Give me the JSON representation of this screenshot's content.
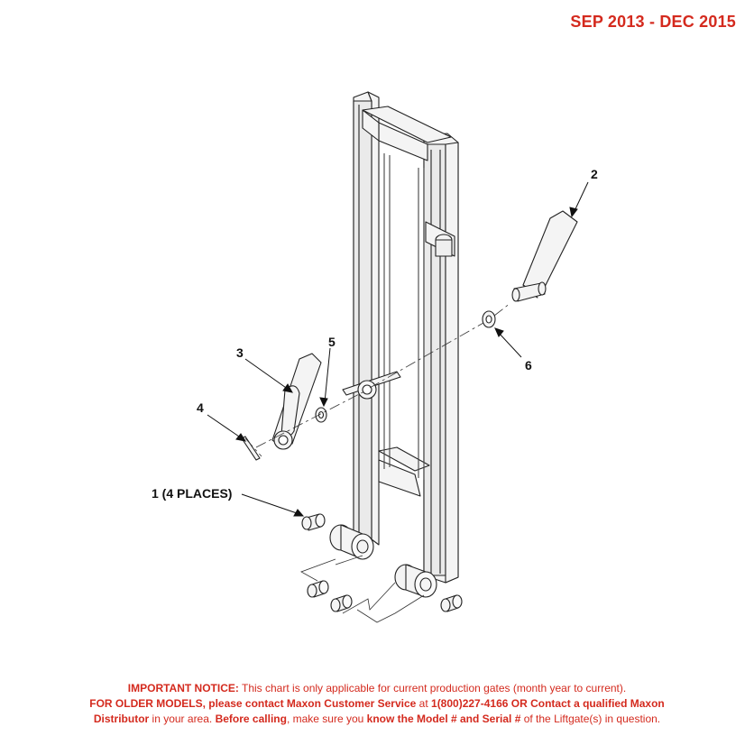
{
  "header": {
    "date_range": "SEP 2013 - DEC 2015"
  },
  "callouts": {
    "c1": "1 (4 PLACES)",
    "c2": "2",
    "c3": "3",
    "c4": "4",
    "c5": "5",
    "c6": "6"
  },
  "notice": {
    "l1_bold": "IMPORTANT NOTICE:",
    "l1_text": " This chart is only applicable for current production gates (month year to current).",
    "l2_bold": "FOR OLDER MODELS, please contact Maxon Customer Service",
    "l2_text": " at ",
    "l2_bold2": "1(800)227-4166 OR Contact a qualified Maxon",
    "l3_bold": "Distributor",
    "l3_text": " in your area. ",
    "l3_bold2": "Before calling",
    "l3_text2": ", make sure you ",
    "l3_bold3": "know the Model # and Serial #",
    "l3_text3": " of the Liftgate(s) in question."
  },
  "colors": {
    "accent": "#d42a1e",
    "part_fill": "#f2f2f2",
    "part_stroke": "#222222"
  }
}
